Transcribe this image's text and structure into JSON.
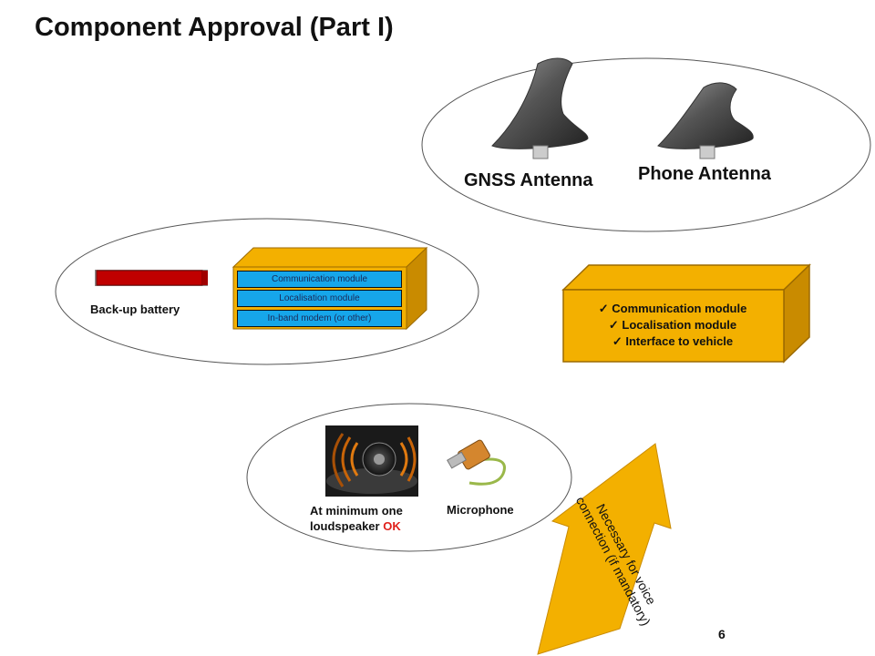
{
  "slide": {
    "title": "Component Approval (Part I)",
    "page_number": "6"
  },
  "antennas": {
    "gnss_label": "GNSS Antenna",
    "phone_label": "Phone Antenna",
    "icon": "shark-fin-antenna-icon"
  },
  "module_group": {
    "battery_label": "Back-up battery",
    "rows": [
      "Communication module",
      "Localisation module",
      "In-band modem (or other)"
    ]
  },
  "tcu_box": {
    "items": [
      "Communication module",
      "Localisation module",
      "Interface to vehicle"
    ],
    "check_glyph": "✓"
  },
  "audio_group": {
    "speaker_label_line1": "At minimum one",
    "speaker_label_line2": "loudspeaker ",
    "speaker_ok": "OK",
    "microphone_label": "Microphone"
  },
  "callout": {
    "text": "Necessary for voice connection (if mandatory)"
  },
  "colors": {
    "box_orange": "#f3b000",
    "box_side": "#c98b00",
    "module_blue": "#16a6ea",
    "battery_red": "#c00000",
    "ok_red": "#e0201b"
  }
}
